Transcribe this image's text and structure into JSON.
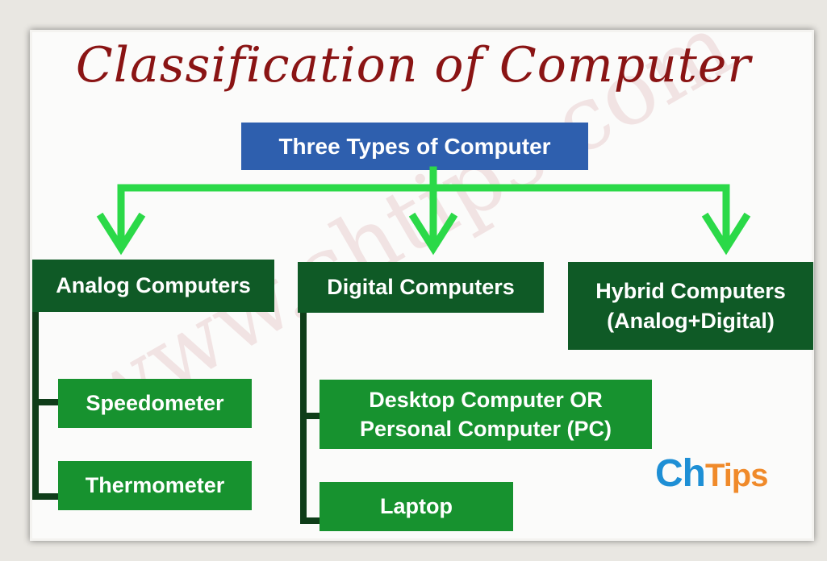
{
  "title": "Classification of Computer",
  "root": "Three Types of Computer",
  "categories": [
    {
      "label": "Analog Computers"
    },
    {
      "label": "Digital Computers"
    },
    {
      "label_line1": "Hybrid Computers",
      "label_line2": "(Analog+Digital)"
    }
  ],
  "analog_examples": [
    "Speedometer",
    "Thermometer"
  ],
  "digital_examples": [
    {
      "line1": "Desktop Computer OR",
      "line2": "Personal Computer (PC)"
    },
    {
      "line1": "Laptop"
    }
  ],
  "watermark": "www.chtips.com",
  "logo": {
    "part1": "Ch",
    "part2": "Tips"
  },
  "colors": {
    "title": "#8a1414",
    "root_box": "#2e5fae",
    "category_box": "#0f5a26",
    "leaf_box": "#17922f",
    "arrow": "#2bd948",
    "logo_blue": "#1e8fd5",
    "logo_orange": "#f08a2a"
  }
}
